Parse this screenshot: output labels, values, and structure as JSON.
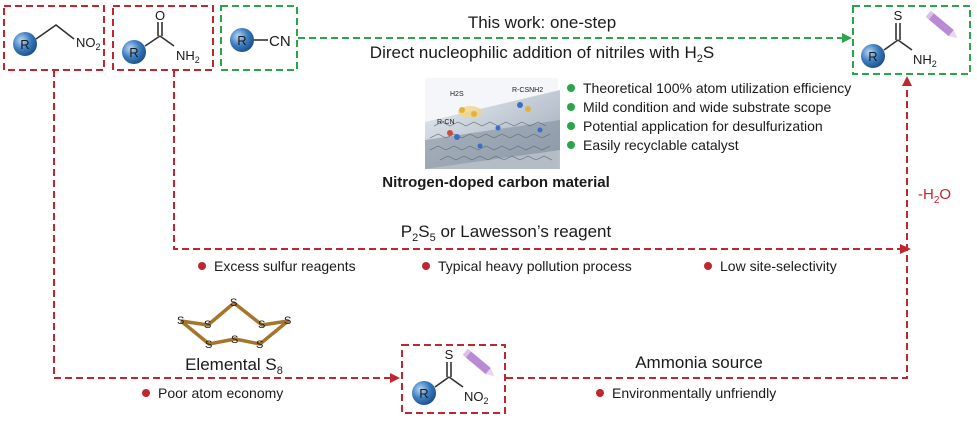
{
  "header": {
    "title": "This work: one-step",
    "subtitle_main": "Direct nucleophilic addition of nitriles with H",
    "subtitle_sub": "2",
    "subtitle_tail": "S"
  },
  "molecules": {
    "r_label": "R",
    "nitro": {
      "label": "NO",
      "sub": "2"
    },
    "amide": {
      "o": "O",
      "n": "NH",
      "sub": "2"
    },
    "nitrile": {
      "cn": "CN"
    },
    "thioamide": {
      "s": "S",
      "n": "NH",
      "sub": "2"
    },
    "thionitro": {
      "s": "S",
      "n": "NO",
      "sub": "2"
    },
    "s8": [
      "S",
      "S",
      "S",
      "S",
      "S",
      "S",
      "S",
      "S"
    ]
  },
  "catalyst": {
    "label": "Nitrogen-doped carbon material",
    "inset_h2s": "H2S",
    "inset_product": "R-CSNH2",
    "inset_reactant": "R-CN"
  },
  "advantages": [
    "Theoretical 100% atom utilization efficiency",
    "Mild condition and wide substrate scope",
    "Potential application for desulfurization",
    "Easily recyclable catalyst"
  ],
  "route2": {
    "reagent_a": "P",
    "sub_a": "2",
    "reagent_b": "S",
    "sub_b": "5",
    "reagent_tail": " or Lawesson’s reagent",
    "drawbacks": [
      "Excess sulfur reagents",
      "Typical heavy pollution process",
      "Low site-selectivity"
    ]
  },
  "dehydration": {
    "pre": "-H",
    "sub": "2",
    "post": "O"
  },
  "route3": {
    "s8_label": "Elemental S",
    "s8_sub": "8",
    "drawback_left": "Poor atom economy",
    "reagent": "Ammonia source",
    "drawback_right": "Environmentally unfriendly"
  },
  "colors": {
    "red": "#c0262d",
    "green": "#2aa64a",
    "ball": "#3a7cc0",
    "sulfur": "#a5752b",
    "pencil": "#b88ad6"
  }
}
